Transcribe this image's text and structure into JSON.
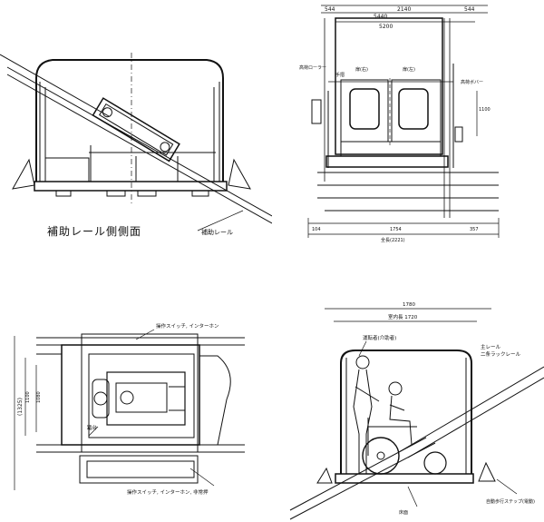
{
  "panels": {
    "side_view": {
      "caption": "補助レール側側面",
      "rail_label": "補助レール"
    },
    "front_view": {
      "dims_top": [
        "2140",
        "544",
        "5440",
        "544"
      ],
      "dim_inner": "5200",
      "labels": {
        "roller": "高荷ローラー",
        "handrail": "手摺",
        "door_left": "扉(右)",
        "door_right": "扉(左)",
        "cover": "高荷ボバー",
        "height": "1100"
      },
      "dims_bottom": [
        "104",
        "1754",
        "357"
      ],
      "overall": "全長(2221)"
    },
    "plan_view": {
      "labels": {
        "switch_top": "操作スイッチ, インターホン",
        "switch_bottom": "操作スイッチ, インターホン, 非常押",
        "step": "踏台"
      },
      "dims": [
        "(1325)",
        "1100",
        "1080"
      ]
    },
    "operator_view": {
      "dim_total": "1780",
      "dim_inner": "室内長 1720",
      "labels": {
        "rail": "主レール",
        "rack": "二条ラックレール",
        "attendant": "運転者(介助者)",
        "step": "自動歩行ステップ(電動)",
        "floor": "床面"
      }
    }
  }
}
